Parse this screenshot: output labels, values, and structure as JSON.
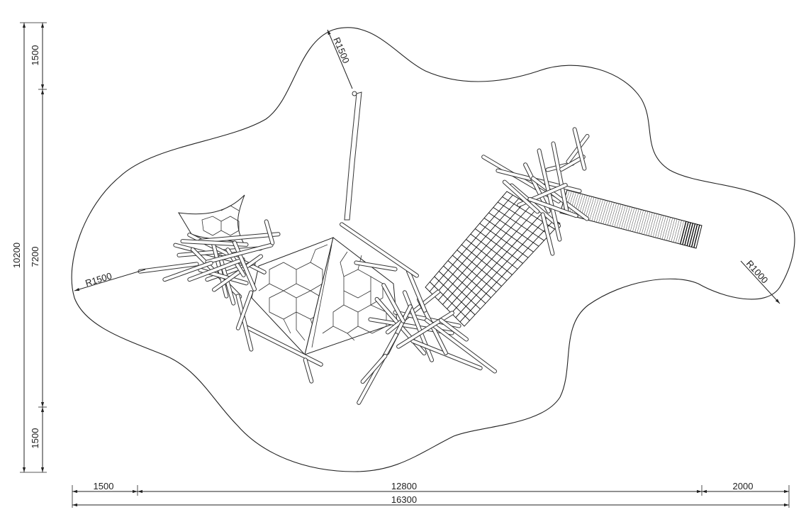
{
  "dimensions": {
    "horizontal": {
      "left_margin": "1500",
      "middle": "12800",
      "right_margin": "2000",
      "overall": "16300"
    },
    "vertical": {
      "top_margin": "1500",
      "middle": "7200",
      "bottom_margin": "1500",
      "overall": "10200"
    },
    "radii": {
      "top": "R1500",
      "left": "R1500",
      "right": "R1000"
    }
  },
  "colors": {
    "line": "#222222",
    "background": "#ffffff"
  }
}
